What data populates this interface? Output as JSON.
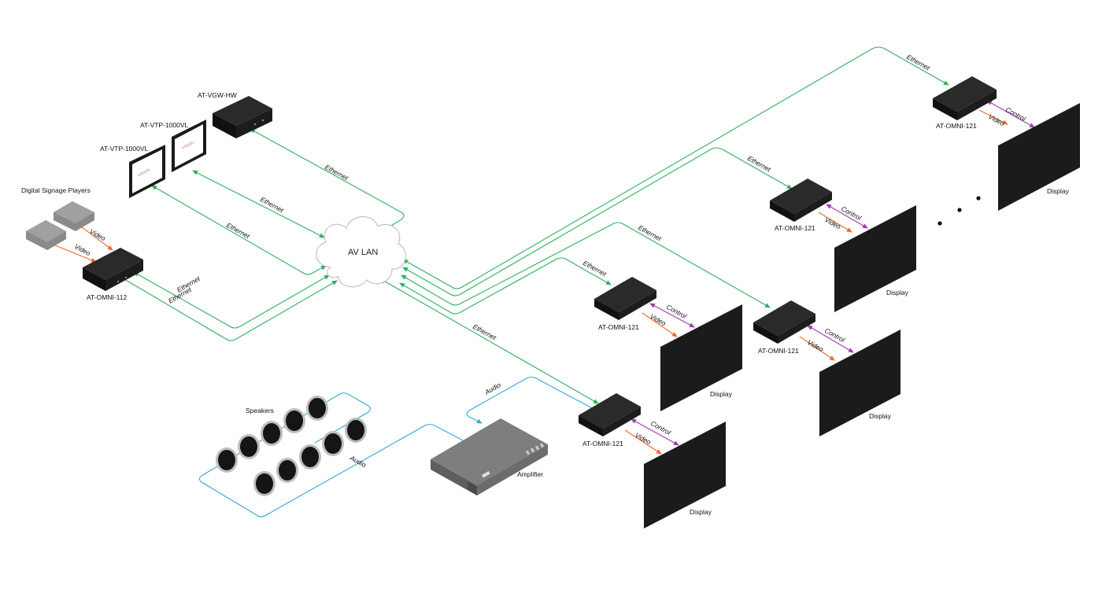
{
  "diagram": {
    "network": {
      "label": "AV LAN"
    },
    "devices": {
      "vgw": "AT-VGW-HW",
      "vtp_back": "AT-VTP-1000VL",
      "vtp_front": "AT-VTP-1000VL",
      "players": "Digital Signage Players",
      "encoder": "AT-OMNI-112",
      "amplifier": "Amplifier",
      "speakers": "Speakers",
      "dec_top": "AT-OMNI-121",
      "dec_2": "AT-OMNI-121",
      "dec_3": "AT-OMNI-121",
      "dec_4": "AT-OMNI-121",
      "dec_bottom": "AT-OMNI-121"
    },
    "displays": {
      "d1": "Display",
      "d2": "Display",
      "d3": "Display",
      "d4": "Display",
      "d5": "Display"
    },
    "cables": {
      "ethernet": "Ethernet",
      "video": "Video",
      "control": "Control",
      "audio": "Audio"
    },
    "colors": {
      "ethernet": "#2eb15c",
      "video": "#f26a2a",
      "control": "#9b3fb0",
      "audio": "#33a8d8",
      "device": "#1c1c1c",
      "display": "#1b1b1b"
    }
  }
}
